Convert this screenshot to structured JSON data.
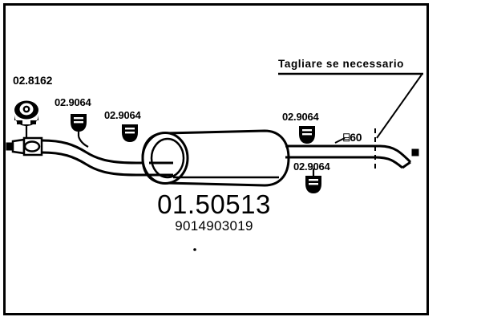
{
  "drawing": {
    "title": "Exhaust middle silencer technical drawing",
    "part_number": "01.50513",
    "oem_number": "9014903019",
    "note": "Tagliare se necessario",
    "diameter_label": "⌸60",
    "labels": {
      "hanger": "02.8162",
      "clamp_1": "02.9064",
      "clamp_2": "02.9064",
      "clamp_3": "02.9064",
      "clamp_4": "02.9064"
    },
    "colors": {
      "line": "#000000",
      "background": "#ffffff"
    }
  }
}
